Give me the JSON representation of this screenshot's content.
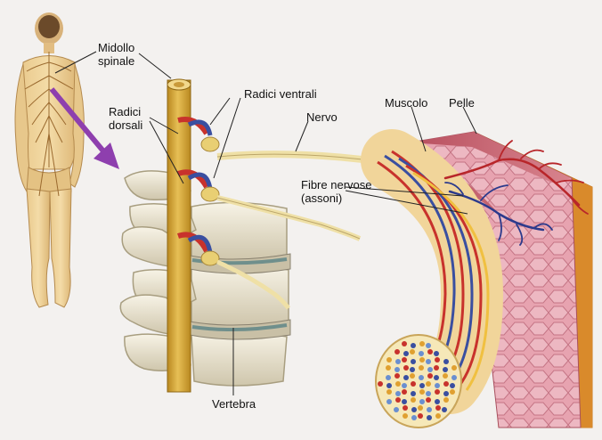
{
  "labels": {
    "midollo_line1": "Midollo",
    "midollo_line2": "spinale",
    "radici_ventrali": "Radici ventrali",
    "radici_dorsali_line1": "Radici",
    "radici_dorsali_line2": "dorsali",
    "nervo": "Nervo",
    "muscolo": "Muscolo",
    "pelle": "Pelle",
    "fibre_line1": "Fibre nervose",
    "fibre_line2": "(assoni)",
    "vertebra": "Vertebra"
  },
  "colors": {
    "background": "#f3f1ef",
    "spinal_cord": "#d9aa3e",
    "bone": "#e9e3cf",
    "disc": "#6f8f8c",
    "nerve": "#efe0a6",
    "muscle": "#c0606a",
    "skin": "#f4b24a",
    "artery": "#c8322c",
    "vein": "#3a4fa0",
    "arrow": "#8e3fae"
  }
}
